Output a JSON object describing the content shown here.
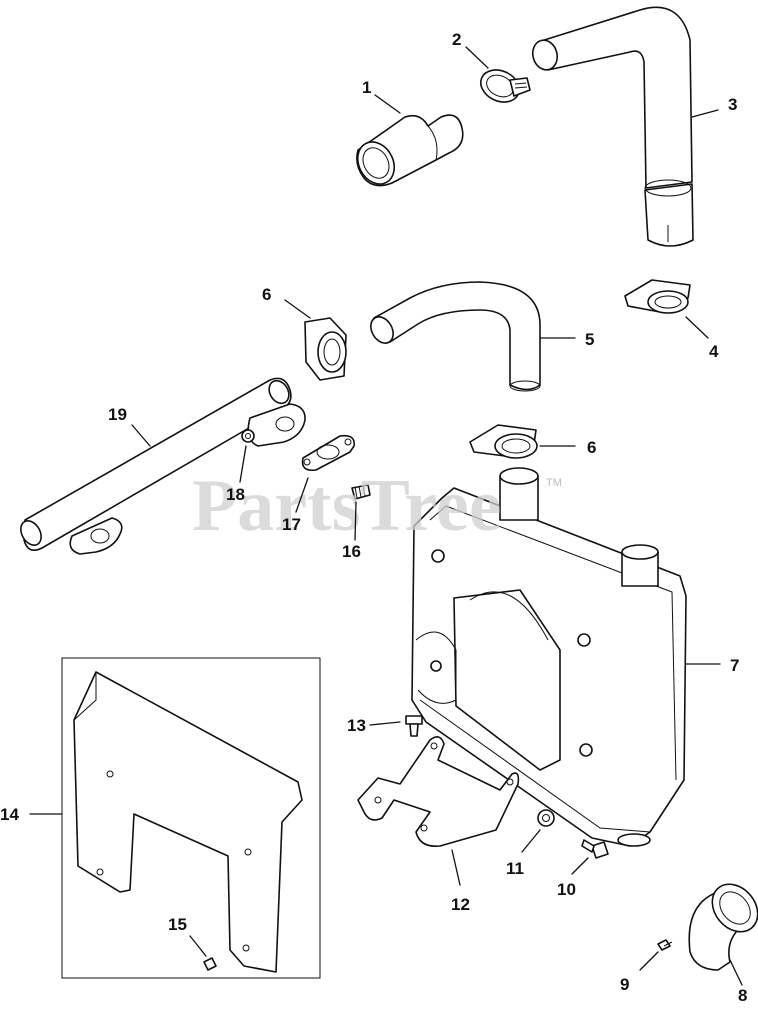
{
  "watermark": {
    "text": "PartsTree",
    "trademark": "TM"
  },
  "callouts": [
    {
      "id": "c1",
      "label": "1"
    },
    {
      "id": "c2",
      "label": "2"
    },
    {
      "id": "c3",
      "label": "3"
    },
    {
      "id": "c4",
      "label": "4"
    },
    {
      "id": "c5",
      "label": "5"
    },
    {
      "id": "c6a",
      "label": "6"
    },
    {
      "id": "c6b",
      "label": "6"
    },
    {
      "id": "c7",
      "label": "7"
    },
    {
      "id": "c8",
      "label": "8"
    },
    {
      "id": "c9",
      "label": "9"
    },
    {
      "id": "c10",
      "label": "10"
    },
    {
      "id": "c11",
      "label": "11"
    },
    {
      "id": "c12",
      "label": "12"
    },
    {
      "id": "c13",
      "label": "13"
    },
    {
      "id": "c14",
      "label": "14"
    },
    {
      "id": "c15",
      "label": "15"
    },
    {
      "id": "c16",
      "label": "16"
    },
    {
      "id": "c17",
      "label": "17"
    },
    {
      "id": "c18",
      "label": "18"
    },
    {
      "id": "c19",
      "label": "19"
    }
  ]
}
